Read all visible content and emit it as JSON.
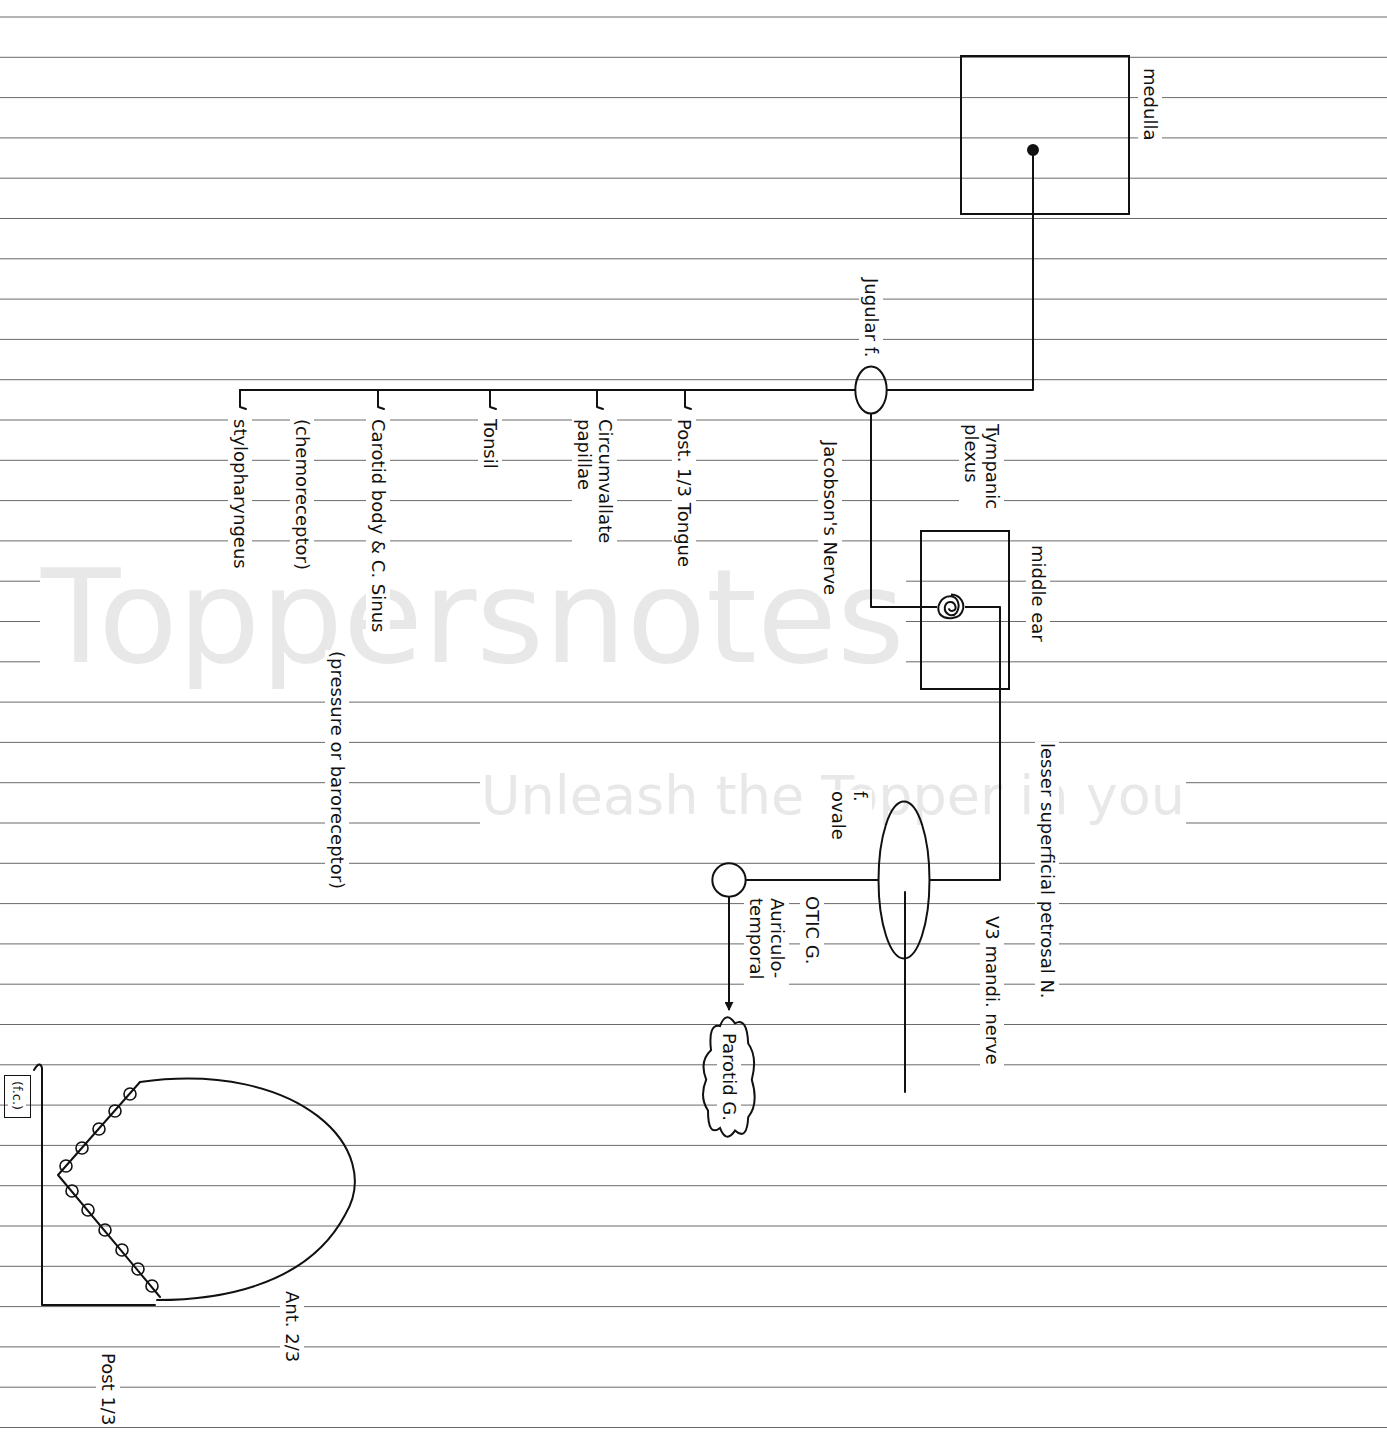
{
  "diagram": {
    "nodes": [
      {
        "text": [
          "medulla"
        ]
      },
      {
        "text": [
          "Jugular f."
        ]
      },
      {
        "text": [
          "middle ear"
        ]
      },
      {
        "text": [
          "Tympanic plexus"
        ],
        "in": 2
      },
      {
        "text": [
          "f. ovale"
        ]
      },
      {
        "text": [
          "OTIC G."
        ]
      },
      {
        "text": [
          "Parotid G."
        ]
      },
      {
        "text": [
          "(f.c.)"
        ]
      }
    ],
    "edges": [
      {
        "from": 0,
        "to": 1,
        "arrow": "none"
      },
      {
        "from": 1,
        "to": 3,
        "label": "Jacobson's Nerve",
        "arrow": "none"
      },
      {
        "from": 3,
        "to": 4,
        "label": "lesser superficial petrosal N.",
        "arrow": "none"
      },
      {
        "from": 4,
        "to": 5,
        "arrow": "none"
      },
      {
        "from": 5,
        "to": 6,
        "label": "Auriculo-temporal",
        "arrow": "to"
      }
    ],
    "labels": [
      "V3 mandi. nerve",
      "Post. 1/3 Tongue",
      "Circumvallate papillae",
      "Tonsil",
      "Carotid body & C. Sinus",
      "(chemoreceptor)",
      "(pressure or baroreceptor)",
      "stylopharyngeus",
      "Ant. 2/3",
      "Post 1/3",
      "Toppersnotes",
      "Unleash the Topper in you"
    ]
  }
}
